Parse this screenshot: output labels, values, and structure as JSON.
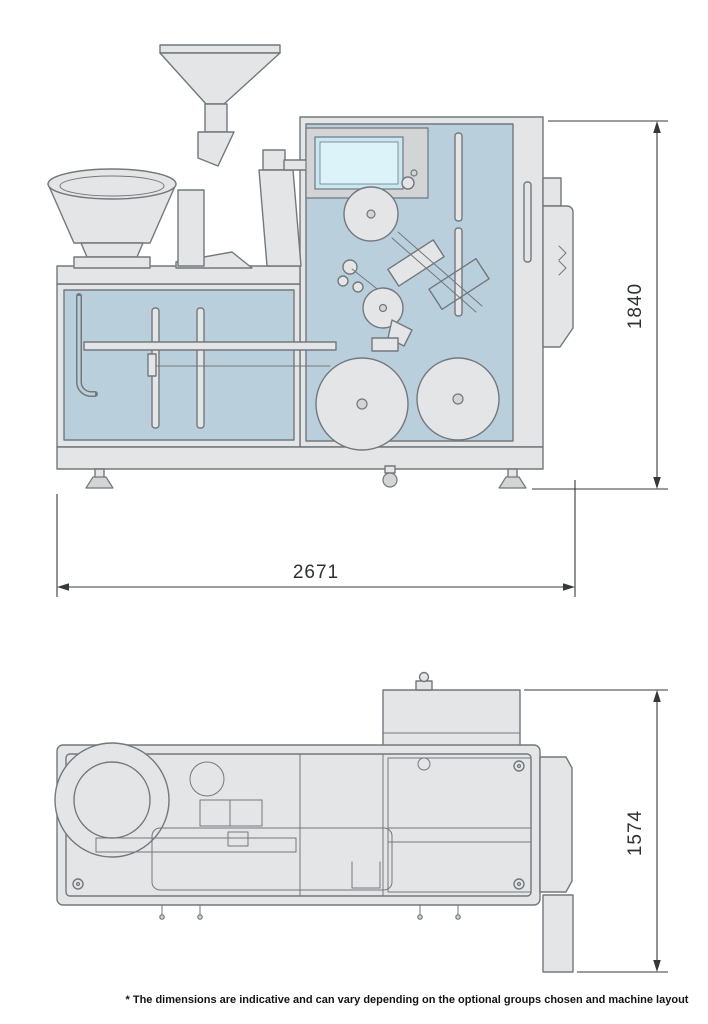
{
  "drawing": {
    "footnote": "* The dimensions are indicative and can vary depending on the optional groups chosen and machine layout",
    "side_view": {
      "name": "side-elevation-view",
      "height_dimension": "1840",
      "width_dimension": "2671"
    },
    "plan_view": {
      "name": "plan-view",
      "depth_dimension": "1574"
    },
    "colors": {
      "background": "#ffffff",
      "line": "#73787c",
      "dim_line": "#34383b",
      "text": "#2e3133",
      "fill_gray": "#e4e5e6",
      "fill_gray_dark": "#d2d4d6",
      "fill_blue": "#b9d0dc",
      "screen_blue": "#c7e8f2",
      "screen_blue_light": "#dcf3f9"
    }
  }
}
